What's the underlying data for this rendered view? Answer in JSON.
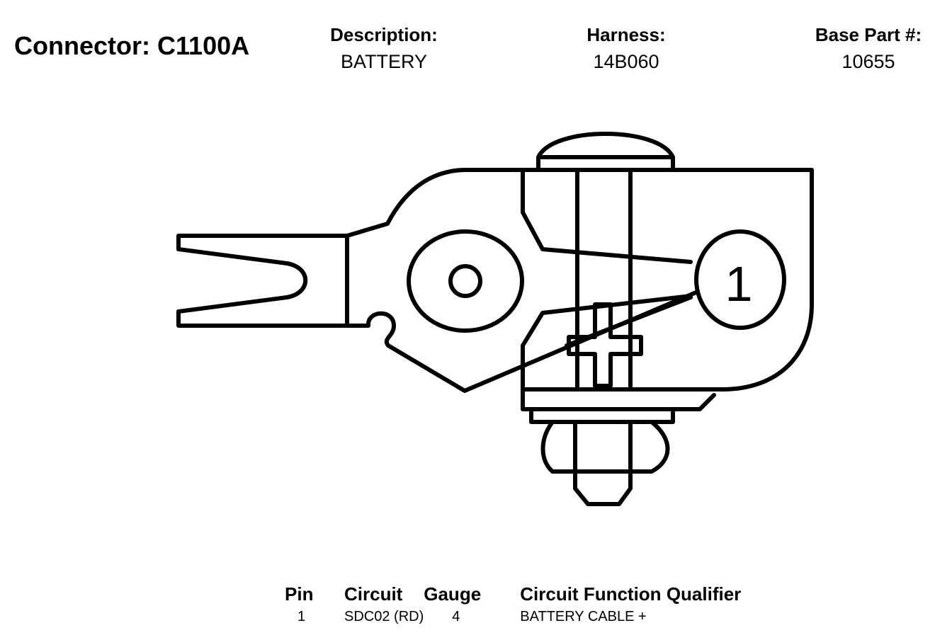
{
  "connector": {
    "label": "Connector:",
    "id": "C1100A"
  },
  "header": {
    "description": {
      "label": "Description:",
      "value": "BATTERY"
    },
    "harness": {
      "label": "Harness:",
      "value": "14B060"
    },
    "base_part": {
      "label": "Base Part #:",
      "value": "10655"
    }
  },
  "diagram": {
    "pin_callout": "1"
  },
  "pin_table": {
    "headers": {
      "pin": "Pin",
      "circuit": "Circuit",
      "gauge": "Gauge",
      "function": "Circuit Function",
      "qualifier": "Qualifier"
    },
    "rows": [
      {
        "pin": "1",
        "circuit": "SDC02 (RD)",
        "gauge": "4",
        "function": "BATTERY CABLE +",
        "qualifier": ""
      }
    ]
  }
}
